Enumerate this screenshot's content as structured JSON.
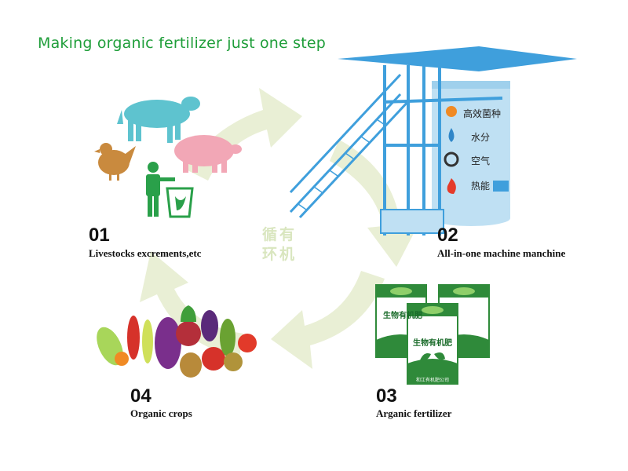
{
  "title": "Making organic fertilizer just one step",
  "center_text": {
    "line1": "循有",
    "line2": "环机"
  },
  "steps": [
    {
      "number": "01",
      "label": "Livestocks excrements,etc"
    },
    {
      "number": "02",
      "label": "All-in-one machine manchine"
    },
    {
      "number": "03",
      "label": "Arganic fertilizer"
    },
    {
      "number": "04",
      "label": "Organic crops"
    }
  ],
  "machine_inputs": [
    "高效菌种",
    "水分",
    "空气",
    "热能"
  ],
  "bags": {
    "front_title": "生物有机肥",
    "front_sub": "和江有机肥公司",
    "back_title": "生物有机肥"
  },
  "colors": {
    "title": "#1f9e3a",
    "cycle": "#e9efd5",
    "machine": "#3f9fdc",
    "tank": "#bfe0f3",
    "bag_green": "#2f8a3a"
  }
}
